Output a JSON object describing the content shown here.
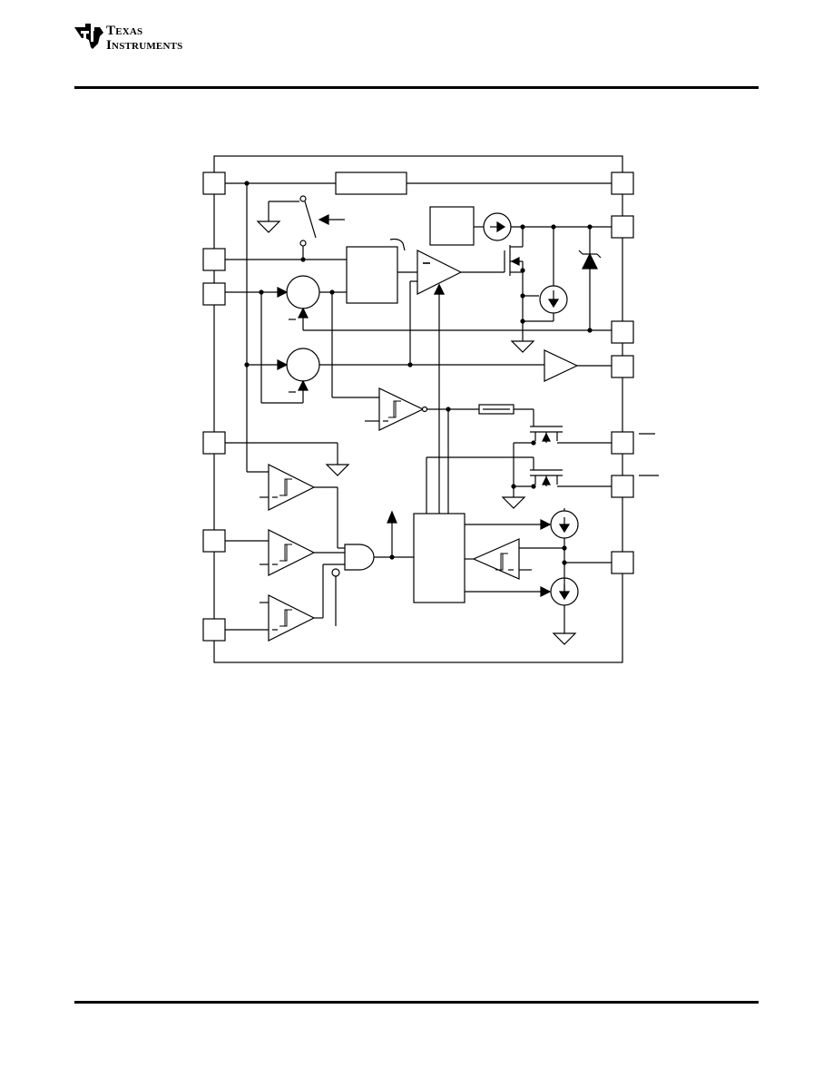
{
  "header": {
    "logo": {
      "line1": "Texas",
      "line2": "Instruments"
    }
  },
  "figure": {
    "kind": "functional block diagram",
    "labels": []
  }
}
